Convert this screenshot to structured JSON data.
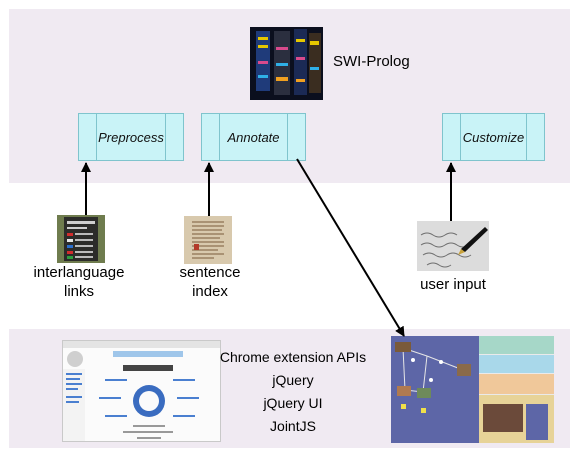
{
  "platform": {
    "label": "SWI-Prolog"
  },
  "steps": {
    "preprocess": "Preprocess",
    "annotate": "Annotate",
    "customize": "Customize"
  },
  "inputs": {
    "links": "interlanguage\nlinks",
    "sentence": "sentence\nindex",
    "user": "user input"
  },
  "technologies": [
    "Chrome extension APIs",
    "jQuery",
    "jQuery UI",
    "JointJS"
  ],
  "colors": {
    "band": "#f0eaf2",
    "node_fill": "#c9f3f7",
    "node_border": "#7fc4cd",
    "arrow": "#000000"
  }
}
